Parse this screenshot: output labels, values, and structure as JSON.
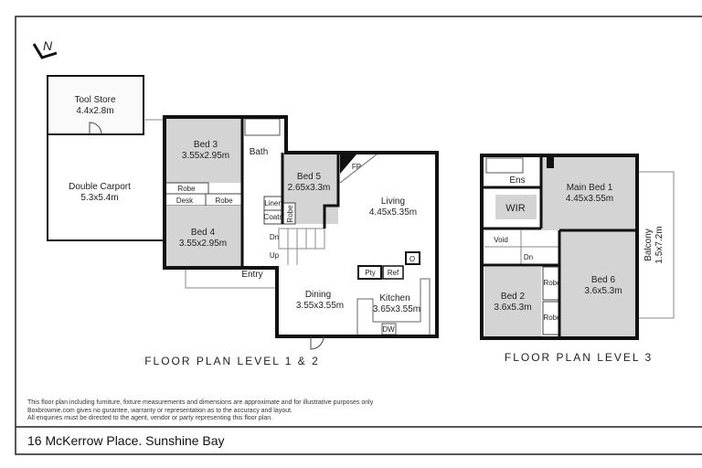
{
  "logo": {
    "text": "N"
  },
  "level12": {
    "title": "FLOOR PLAN LEVEL 1 & 2",
    "rooms": {
      "tool_store": {
        "name": "Tool Store",
        "size": "4.4x2.8m"
      },
      "carport": {
        "name": "Double Carport",
        "size": "5.3x5.4m"
      },
      "bed3": {
        "name": "Bed 3",
        "size": "3.55x2.95m"
      },
      "bed4": {
        "name": "Bed 4",
        "size": "3.55x2.95m"
      },
      "bed5": {
        "name": "Bed 5",
        "size": "2.65x3.3m"
      },
      "living": {
        "name": "Living",
        "size": "4.45x5.35m"
      },
      "dining": {
        "name": "Dining",
        "size": "3.55x3.55m"
      },
      "kitchen": {
        "name": "Kitchen",
        "size": "3.65x3.55m"
      }
    },
    "labels": {
      "robe": "Robe",
      "desk": "Desk",
      "bath": "Bath",
      "linen": "Linen",
      "coats": "Coats",
      "fp": "FP",
      "dn": "Dn",
      "up": "Up",
      "entry": "Entry",
      "pty": "Pty",
      "ref": "Ref",
      "o": "O",
      "dw": "DW"
    }
  },
  "level3": {
    "title": "FLOOR PLAN LEVEL 3",
    "rooms": {
      "main_bed1": {
        "name": "Main Bed 1",
        "size": "4.45x3.55m"
      },
      "bed6": {
        "name": "Bed 6",
        "size": "3.6x5.3m"
      },
      "bed2": {
        "name": "Bed 2",
        "size": "3.6x5.3m"
      },
      "balcony": {
        "name": "Balcony",
        "size": "1.5x7.2m"
      }
    },
    "labels": {
      "ens": "Ens",
      "wir": "WIR",
      "void": "Void",
      "dn": "Dn",
      "robe": "Robe"
    }
  },
  "disclaimer": [
    "This floor plan including furniture, fixture measurements and dimensions are approximate and for illustrative purposes only",
    "Boxbrownie.com gives no gurantee, warranty or representation as to the accuracy and layout.",
    "All enquiries must be directed to the agent, vendor or party representing this floor plan."
  ],
  "address": "16 McKerrow Place. Sunshine Bay"
}
